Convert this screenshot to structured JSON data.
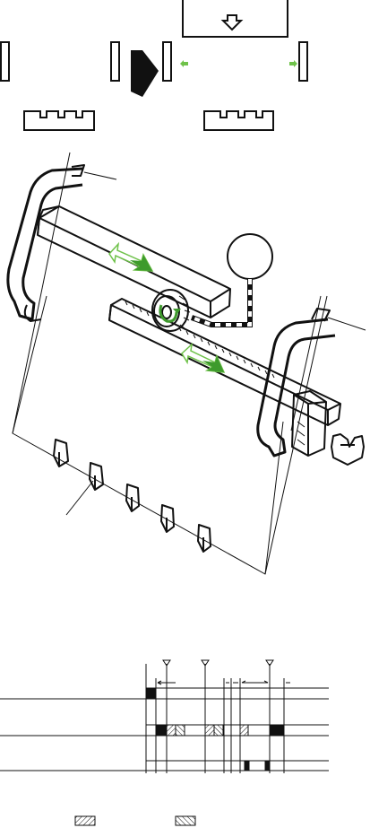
{
  "colors": {
    "line": "#111111",
    "accent_green": "#6fc24a",
    "accent_green_dark": "#3e9a2c",
    "background": "#ffffff"
  },
  "icons": [
    "down-arrow-icon",
    "right-pointer-arrow-icon",
    "small-left-arrow-icon",
    "small-right-arrow-icon",
    "double-arrow-icon",
    "rotation-arrow-icon"
  ],
  "timing": {
    "marker_count": 3,
    "legend_items": [
      "hatch-forward",
      "hatch-backward"
    ]
  }
}
